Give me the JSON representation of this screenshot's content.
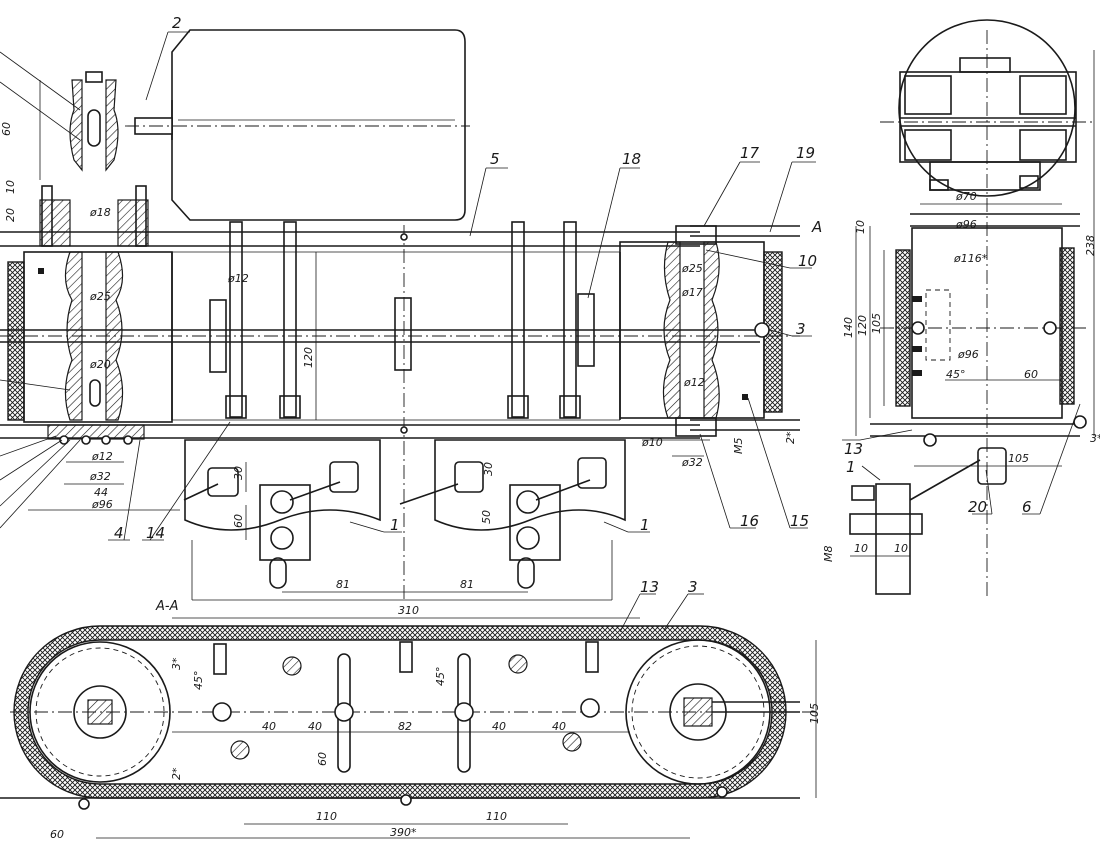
{
  "section_label": "A-A",
  "section_marks": [
    "A"
  ],
  "part_numbers": [
    "1",
    "1",
    "1",
    "2",
    "3",
    "3",
    "4",
    "5",
    "6",
    "10",
    "13",
    "13",
    "14",
    "15",
    "16",
    "17",
    "18",
    "19",
    "20"
  ],
  "dimensions": {
    "top_left": [
      "60",
      "10",
      "20",
      "ø18",
      "ø25",
      "ø20",
      "ø12",
      "ø32",
      "44",
      "ø96"
    ],
    "center": [
      "120",
      "30",
      "60",
      "30",
      "50",
      "81",
      "81",
      "310",
      "ø12"
    ],
    "right_pulley": [
      "ø25",
      "ø17",
      "ø12",
      "ø10",
      "ø32",
      "M5",
      "2*"
    ],
    "side_view": [
      "ø70",
      "ø96",
      "ø116*",
      "ø96",
      "45°",
      "60",
      "105",
      "10",
      "10",
      "M8",
      "140",
      "120",
      "105",
      "10",
      "238",
      "3*"
    ],
    "section": [
      "3*",
      "45°",
      "45°",
      "40",
      "40",
      "82",
      "40",
      "40",
      "60",
      "2*",
      "105",
      "110",
      "110",
      "390*",
      "60"
    ]
  },
  "colors": {
    "ink": "#1a1a1a",
    "paper": "#ffffff"
  }
}
